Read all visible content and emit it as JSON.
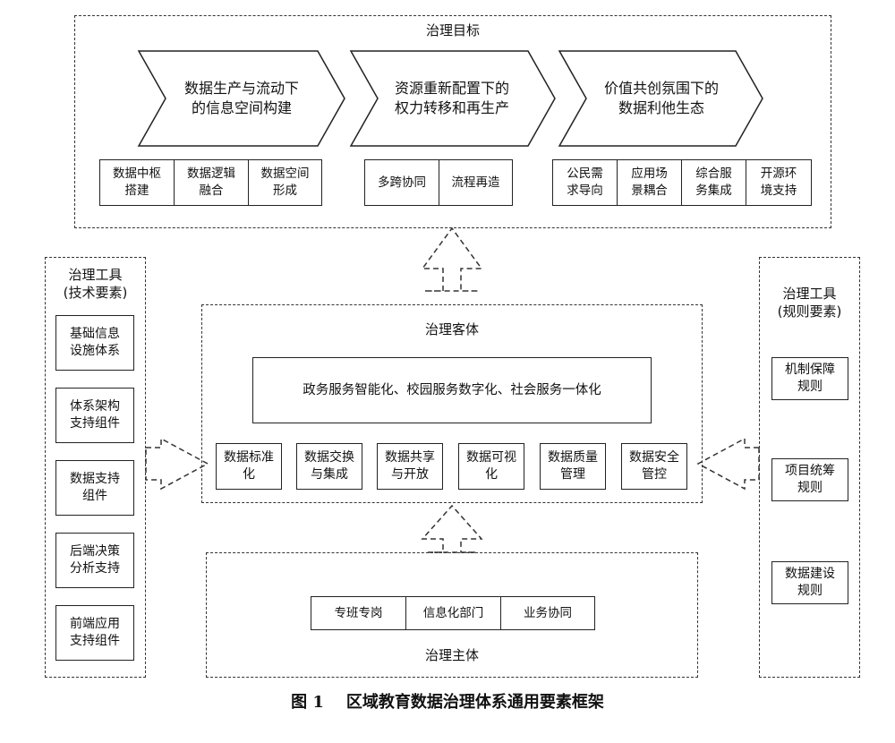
{
  "goals": {
    "title": "治理目标",
    "chevrons": [
      {
        "text": "数据生产与流动下\n的信息空间构建"
      },
      {
        "text": "资源重新配置下的\n权力转移和再生产"
      },
      {
        "text": "价值共创氛围下的\n数据利他生态"
      }
    ],
    "group1": [
      "数据中枢\n搭建",
      "数据逻辑\n融合",
      "数据空间\n形成"
    ],
    "group2": [
      "多跨协同",
      "流程再造"
    ],
    "group3": [
      "公民需\n求导向",
      "应用场\n景耦合",
      "综合服\n务集成",
      "开源环\n境支持"
    ]
  },
  "tech_tools": {
    "title": "治理工具\n(技术要素)",
    "items": [
      "基础信息\n设施体系",
      "体系架构\n支持组件",
      "数据支持\n组件",
      "后端决策\n分析支持",
      "前端应用\n支持组件"
    ]
  },
  "rule_tools": {
    "title": "治理工具\n(规则要素)",
    "items": [
      "机制保障\n规则",
      "项目统筹\n规则",
      "数据建设\n规则"
    ]
  },
  "object": {
    "title": "治理客体",
    "banner": "政务服务智能化、校园服务数字化、社会服务一体化",
    "items": [
      "数据标准\n化",
      "数据交换\n与集成",
      "数据共享\n与开放",
      "数据可视\n化",
      "数据质量\n管理",
      "数据安全\n管控"
    ]
  },
  "subject": {
    "title": "治理主体",
    "items": [
      "专班专岗",
      "信息化部门",
      "业务协同"
    ]
  },
  "caption": "图 1    区域教育数据治理体系通用要素框架"
}
